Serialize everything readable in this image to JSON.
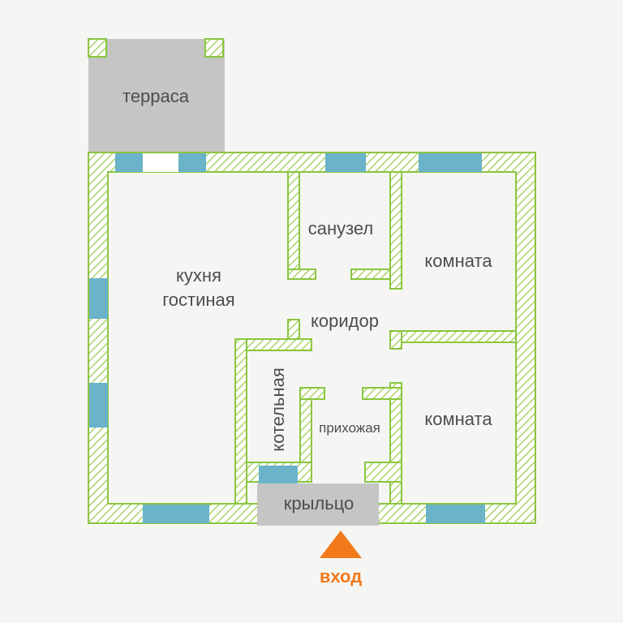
{
  "colors": {
    "background": "#f5f6f4",
    "wall_stroke": "#8bc53f",
    "window": "#6ab3c8",
    "terrace": "#c4c5c4",
    "porch": "#c4c5c4",
    "entry_arrow": "#f27a1a",
    "label": "#4a4d52"
  },
  "rooms": {
    "terrace": "терраса",
    "bathroom": "санузел",
    "kitchen_line1": "кухня",
    "kitchen_line2": "гостиная",
    "room_top": "комната",
    "corridor": "коридор",
    "boiler_room": "котельная",
    "hallway": "прихожая",
    "room_bottom": "комната",
    "porch": "крыльцо"
  },
  "entry": {
    "label": "вход",
    "icon": "entry-arrow-icon"
  }
}
